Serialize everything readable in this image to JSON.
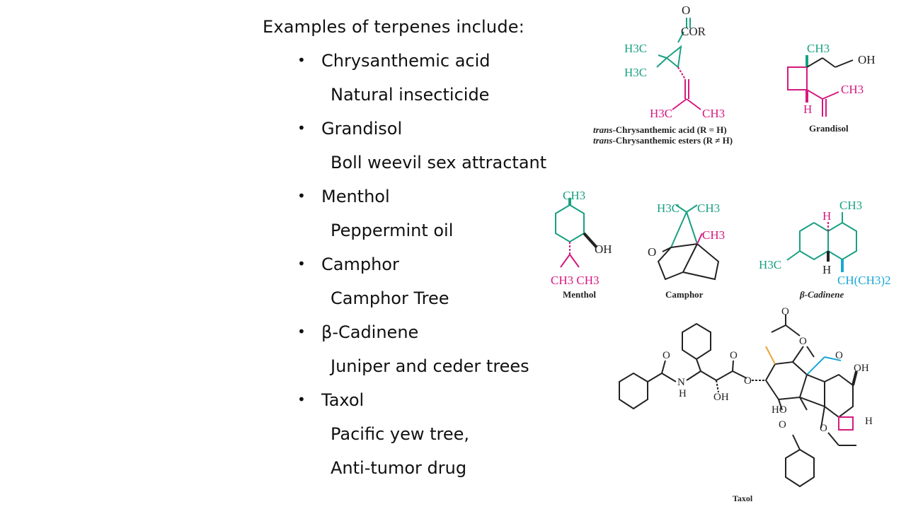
{
  "intro": "Examples of terpenes include:",
  "bullet_glyph": "•",
  "items": [
    {
      "name": "Chrysanthemic acid",
      "notes": [
        "Natural insecticide"
      ]
    },
    {
      "name": "Grandisol",
      "notes": [
        "Boll weevil sex attractant"
      ]
    },
    {
      "name": "Menthol",
      "notes": [
        "Peppermint oil"
      ]
    },
    {
      "name": "Camphor",
      "notes": [
        "Camphor Tree"
      ]
    },
    {
      "name": "β-Cadinene",
      "notes": [
        "Juniper and ceder trees"
      ]
    },
    {
      "name": "Taxol",
      "notes": [
        "Pacific yew tree,",
        "Anti-tumor drug"
      ]
    }
  ],
  "figures": {
    "chrysanthemic": {
      "caption_line1": "-Chrysanthemic acid (R = H)",
      "caption_line2": "-Chrysanthemic esters (R ≠ H)",
      "caption_prefix": "trans",
      "labels": {
        "o": "O",
        "cor": "COR",
        "h3c_top": "H3C",
        "h3c_mid": "H3C",
        "h3c_bot": "H3C",
        "ch3": "CH3"
      }
    },
    "grandisol": {
      "caption": "Grandisol",
      "labels": {
        "ch3_top": "CH3",
        "oh": "OH",
        "ch3_right": "CH3",
        "h": "H"
      }
    },
    "menthol": {
      "caption": "Menthol",
      "labels": {
        "ch3": "CH3",
        "oh": "OH",
        "ch3_pair": "CH3  CH3"
      }
    },
    "camphor": {
      "caption": "Camphor",
      "labels": {
        "h3c": "H3C",
        "ch3_a": "CH3",
        "ch3_b": "CH3",
        "o": "O"
      }
    },
    "cadinene": {
      "caption": "β-Cadinene",
      "labels": {
        "h_top": "H",
        "ch3": "CH3",
        "h3c": "H3C",
        "h_bot": "H",
        "ch": "CH(CH3)2"
      }
    },
    "taxol": {
      "caption": "Taxol",
      "labels": {
        "o1": "O",
        "o2": "O",
        "o3": "O",
        "o4": "O",
        "o5": "O",
        "n": "N",
        "h": "H",
        "oh1": "OH",
        "oh2": "OH",
        "ho": "HO",
        "h2": "H",
        "o6": "O",
        "o7": "O",
        "o8": "O"
      }
    }
  },
  "colors": {
    "green": "#1aa083",
    "magenta": "#d6197f",
    "cyan": "#1aa6d6",
    "orange": "#e8a33c",
    "ink": "#222222"
  }
}
